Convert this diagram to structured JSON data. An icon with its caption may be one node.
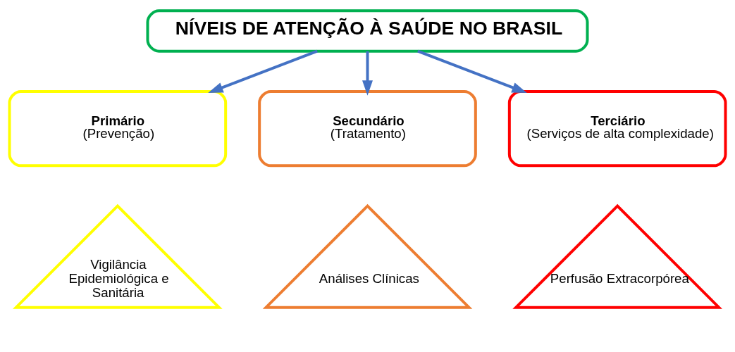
{
  "diagram": {
    "nodes": [
      {
        "text": [
          "NÍVEIS DE ATENÇÃO À SAÚDE NO BRASIL"
        ]
      },
      {
        "text": [
          "Primário",
          "(Prevenção)"
        ]
      },
      {
        "text": [
          "Secundário",
          "(Tratamento)"
        ]
      },
      {
        "text": [
          "Terciário",
          "(Serviços de alta complexidade)"
        ]
      },
      {
        "text": [
          "Vigilância Epidemiológica e Sanitária"
        ]
      },
      {
        "text": [
          "Análises Clínicas"
        ]
      },
      {
        "text": [
          "Perfusão Extracorpórea"
        ]
      }
    ],
    "edges": [
      {
        "from": 0,
        "to": 1,
        "arrow": "to"
      },
      {
        "from": 0,
        "to": 2,
        "arrow": "to"
      },
      {
        "from": 0,
        "to": 3,
        "arrow": "to"
      }
    ]
  }
}
